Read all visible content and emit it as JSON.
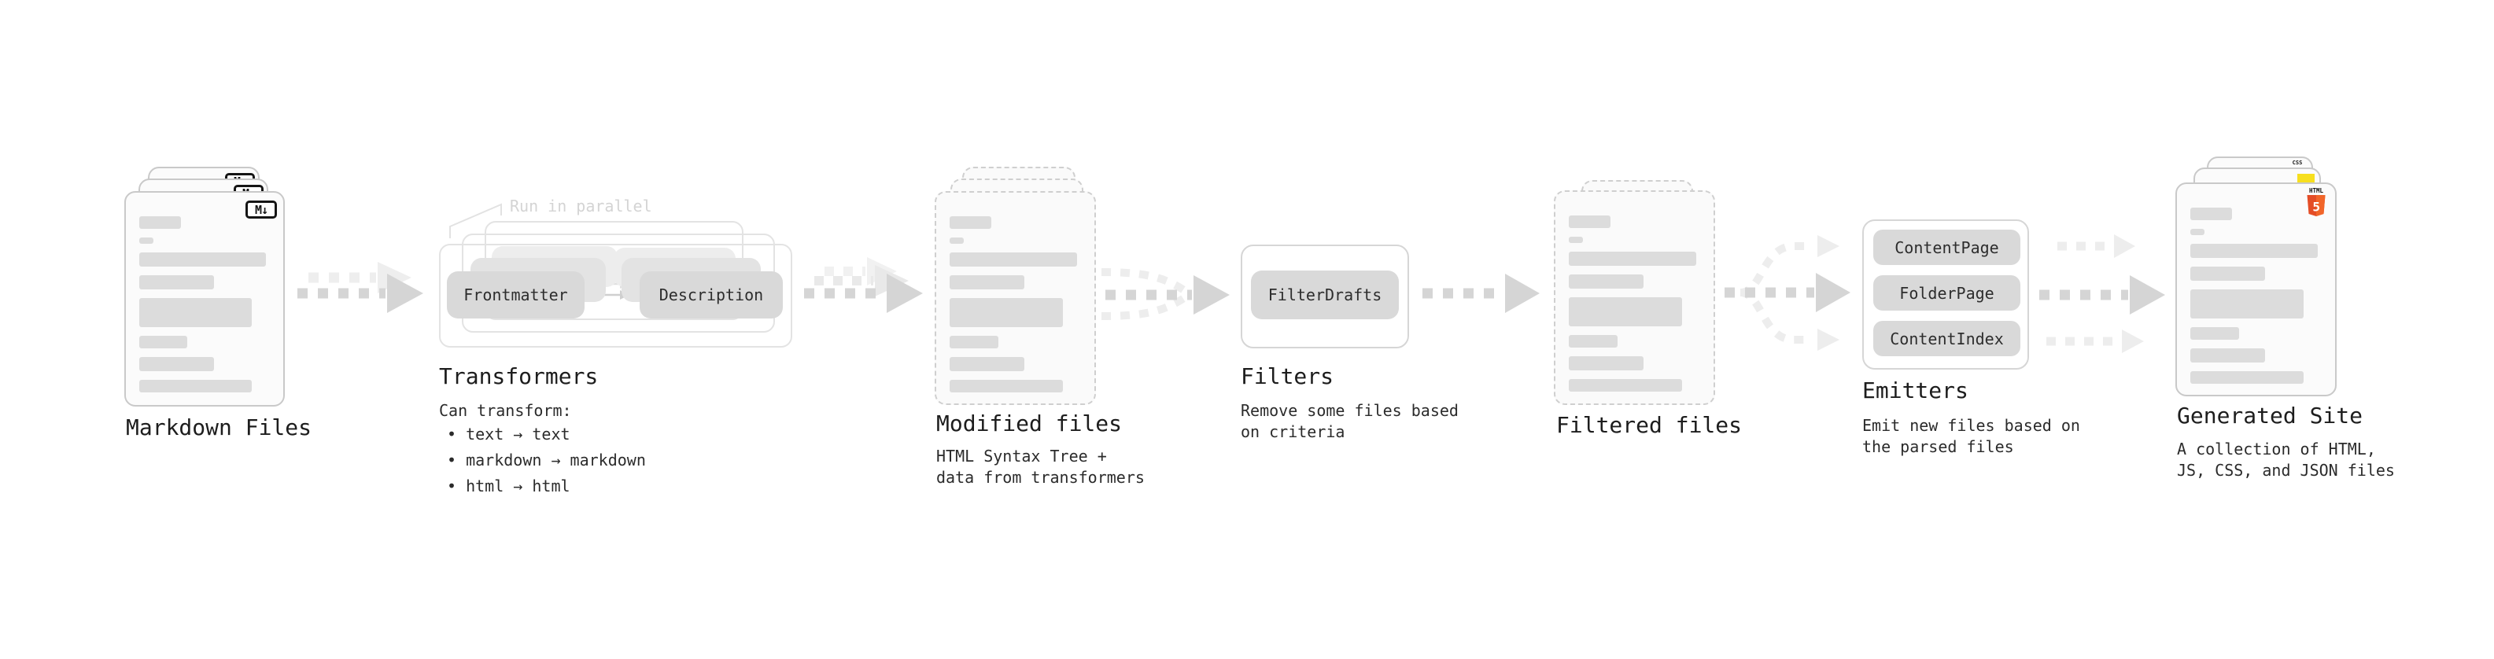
{
  "stages": {
    "markdown": {
      "title": "Markdown Files"
    },
    "transformers": {
      "title": "Transformers",
      "note": "Run in parallel",
      "button_left": "Frontmatter",
      "button_right": "Description",
      "desc_heading": "Can transform:",
      "bullets": [
        "• text → text",
        "• markdown → markdown",
        "• html → html"
      ]
    },
    "modified": {
      "title": "Modified files",
      "desc": "HTML Syntax Tree +\ndata from transformers"
    },
    "filters": {
      "title": "Filters",
      "button": "FilterDrafts",
      "desc": "Remove some files based\non criteria"
    },
    "filtered": {
      "title": "Filtered files"
    },
    "emitters": {
      "title": "Emitters",
      "buttons": [
        "ContentPage",
        "FolderPage",
        "ContentIndex"
      ],
      "desc": "Emit new files based on\nthe parsed files"
    },
    "generated": {
      "title": "Generated Site",
      "desc": "A collection of HTML,\nJS, CSS, and JSON files"
    }
  },
  "icons": {
    "markdown_badge": "M↓",
    "css_badge": "CSS",
    "html5_label": "HTML",
    "html5_number": "5"
  },
  "colors": {
    "html5_orange": "#e44d26",
    "html5_orange_light": "#f16529",
    "js_yellow": "#f7df1e",
    "css_blue": "#2965f1"
  }
}
